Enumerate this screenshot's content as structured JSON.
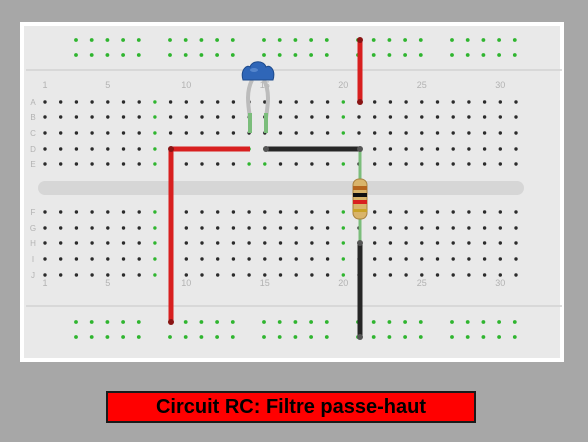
{
  "caption": "Circuit RC: Filtre passe-haut",
  "column_numbers": [
    "1",
    "5",
    "10",
    "15",
    "20",
    "25",
    "30"
  ],
  "row_letters_top": [
    "A",
    "B",
    "C",
    "D",
    "E"
  ],
  "row_letters_bottom": [
    "F",
    "G",
    "H",
    "I",
    "J"
  ],
  "colors": {
    "background": "#a7a7a7",
    "board": "#e9e9e9",
    "hole": "#2b2b2b",
    "hole_connected": "#2fb52f",
    "wire_red": "#d81f1f",
    "wire_black": "#262626",
    "capacitor": "#2f66b8",
    "caption_bg": "#ff0000"
  },
  "components": [
    {
      "name": "capacitor",
      "icon": "ceramic-capacitor-icon"
    },
    {
      "name": "resistor",
      "icon": "resistor-icon"
    }
  ]
}
